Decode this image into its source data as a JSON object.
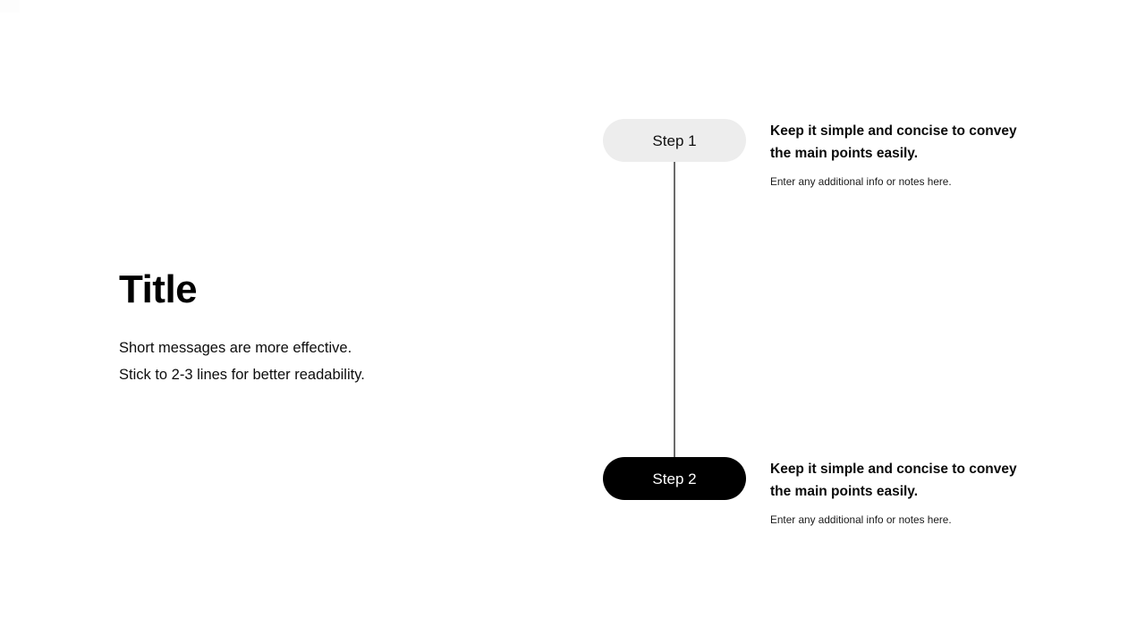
{
  "theme": {
    "background": "#ffffff",
    "text_primary": "#0a0a0a",
    "pill_light_bg": "#ededed",
    "pill_dark_bg": "#000000",
    "pill_dark_text": "#ffffff",
    "connector_color": "#6b6b6b"
  },
  "intro": {
    "title": "Title",
    "lines": [
      "Short messages are more effective.",
      "Stick to 2-3 lines for better readability."
    ]
  },
  "timeline": {
    "steps": [
      {
        "pill_label": "Step 1",
        "heading": "Keep it simple and concise to convey the main points easily.",
        "note": "Enter any additional info or notes here."
      },
      {
        "pill_label": "Step 2",
        "heading": "Keep it simple and concise to convey the main points easily.",
        "note": "Enter any additional info or notes here."
      }
    ]
  }
}
